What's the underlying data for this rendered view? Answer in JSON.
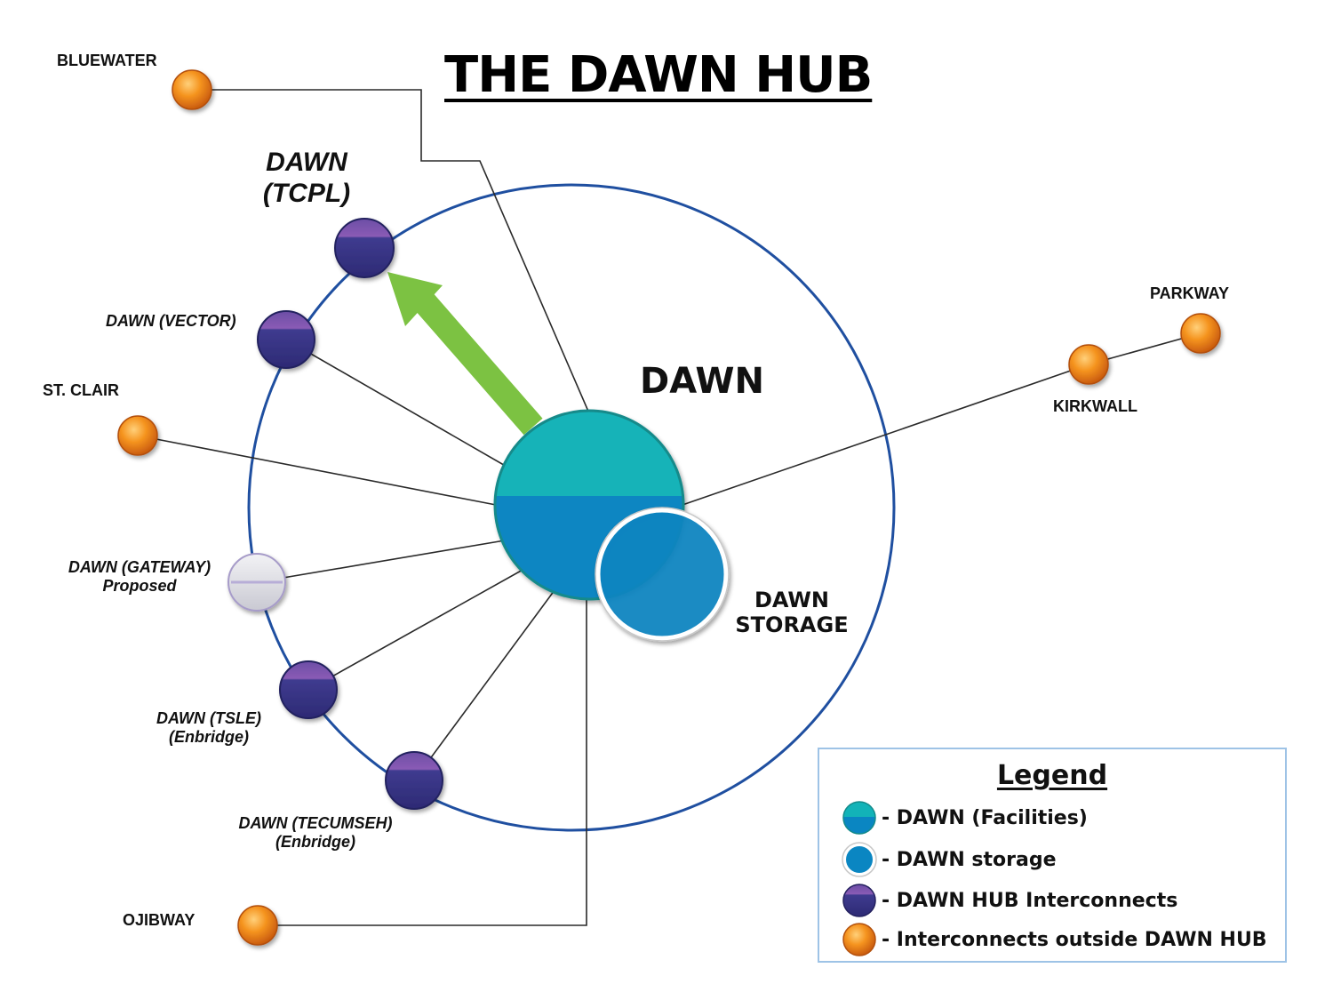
{
  "title": "THE DAWN HUB",
  "center_label": "DAWN",
  "storage_label_line1": "DAWN",
  "storage_label_line2": "STORAGE",
  "nodes": {
    "bluewater": "BLUEWATER",
    "st_clair": "ST. CLAIR",
    "ojibway": "OJIBWAY",
    "parkway": "PARKWAY",
    "kirkwall": "KIRKWALL",
    "tcpl_line1": "DAWN",
    "tcpl_line2": "(TCPL)",
    "vector": "DAWN (VECTOR)",
    "gateway": "DAWN (GATEWAY)",
    "gateway_note": "Proposed",
    "tsle": "DAWN (TSLE)",
    "tsle_note": "(Enbridge)",
    "tecumseh": "DAWN (TECUMSEH)",
    "tecumseh_note": "(Enbridge)"
  },
  "legend": {
    "title": "Legend",
    "items": [
      {
        "label": "- DAWN (Facilities)",
        "icon": "teal-circle-icon"
      },
      {
        "label": "- DAWN storage",
        "icon": "blue-ringed-circle-icon"
      },
      {
        "label": "- DAWN HUB Interconnects",
        "icon": "purple-circle-icon"
      },
      {
        "label": "- Interconnects outside DAWN HUB",
        "icon": "orange-circle-icon"
      }
    ]
  },
  "colors": {
    "hub_ring": "#1f4fa0",
    "facility_teal": "#12b3b8",
    "storage_blue": "#0a86c2",
    "interconnect_purple": "#3f3b8f",
    "outside_orange": "#f0871c",
    "gateway_gray": "#d9d9de",
    "arrow_green": "#7cc242",
    "line": "#2a2a2a"
  }
}
